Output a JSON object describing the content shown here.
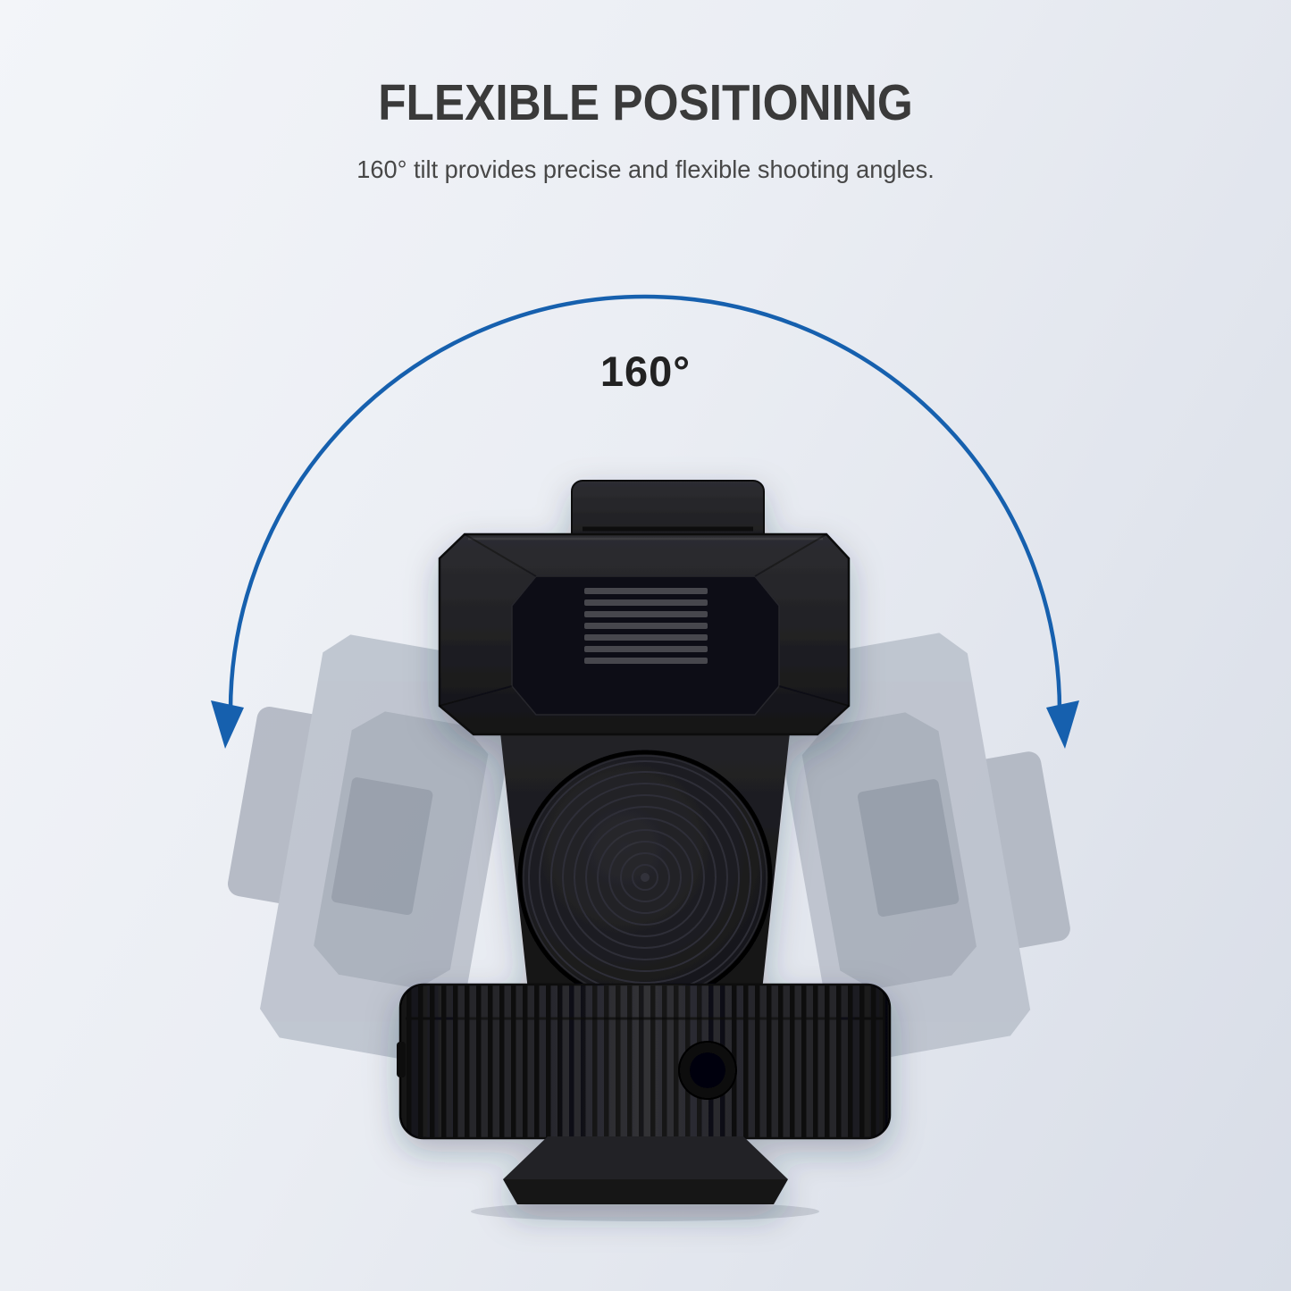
{
  "page": {
    "title": "FLEXIBLE POSITIONING",
    "subtitle": "160° tilt provides precise and flexible shooting angles.",
    "angle_label": "160°"
  },
  "illustration": {
    "description": "Black cold-shoe tilt mount shown upright with ghosted tilted positions left and right under a 160-degree arc with arrows"
  },
  "colors": {
    "accent_blue": "#1660ae",
    "title_text": "#3a3a3a",
    "subtitle_text": "#474747",
    "product_black": "#1a1a1d",
    "ghost_gray": "#b9bfca",
    "background_start": "#f3f5f9",
    "background_end": "#d8dde7"
  }
}
